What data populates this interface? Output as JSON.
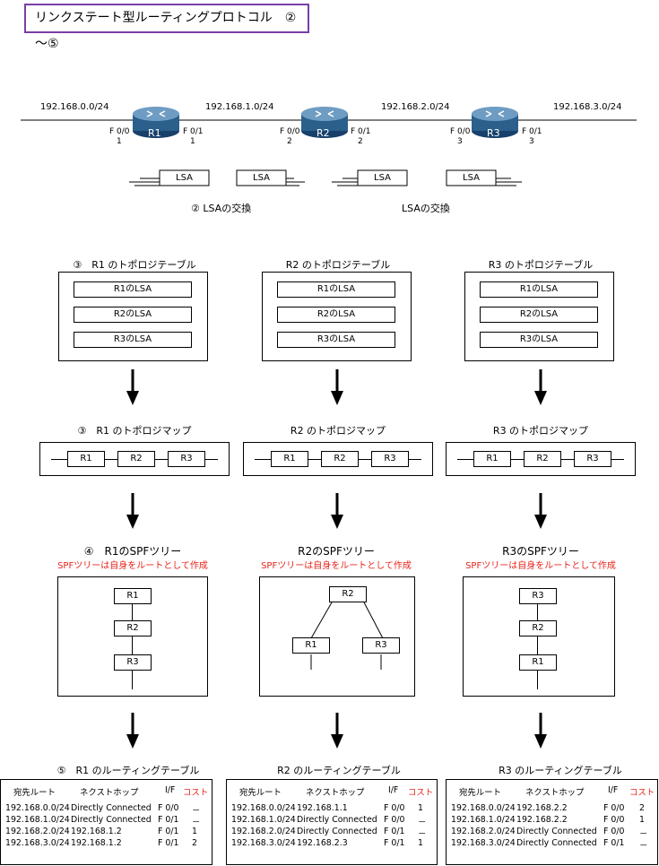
{
  "title": "リンクステート型ルーティングプロトコル　②～⑤",
  "networks": [
    "192.168.0.0/24",
    "192.168.1.0/24",
    "192.168.2.0/24",
    "192.168.3.0/24"
  ],
  "routers": [
    {
      "name": "R1",
      "left_if": "F 0/0",
      "left_ip": "1",
      "right_if": "F 0/1",
      "right_ip": "1"
    },
    {
      "name": "R2",
      "left_if": "F 0/0",
      "left_ip": "2",
      "right_if": "F 0/1",
      "right_ip": "2"
    },
    {
      "name": "R3",
      "left_if": "F 0/0",
      "left_ip": "3",
      "right_if": "F 0/1",
      "right_ip": "3"
    }
  ],
  "lsa_label": "LSA",
  "lsa_exchange_1": "②  LSAの交換",
  "lsa_exchange_2": "LSAの交換",
  "topology_tables": {
    "titles": [
      "③　R1 のトポロジテーブル",
      "R2 のトポロジテーブル",
      "R3 のトポロジテーブル"
    ],
    "entries": [
      "R1のLSA",
      "R2のLSA",
      "R3のLSA"
    ]
  },
  "topology_maps": {
    "titles": [
      "③　R1 のトポロジマップ",
      "R2 のトポロジマップ",
      "R3 のトポロジマップ"
    ],
    "nodes": [
      "R1",
      "R2",
      "R3"
    ]
  },
  "spf_trees": {
    "titles": [
      "④　R1のSPFツリー",
      "R2のSPFツリー",
      "R3のSPFツリー"
    ],
    "note": "SPFツリーは自身をルートとして作成",
    "tree1": [
      "R1",
      "R2",
      "R3"
    ],
    "tree2": {
      "root": "R2",
      "left": "R1",
      "right": "R3"
    },
    "tree3": [
      "R3",
      "R2",
      "R1"
    ]
  },
  "routing_tables": {
    "titles": [
      "⑤　R1 のルーティングテーブル",
      "R2 のルーティングテーブル",
      "R3 のルーティングテーブル"
    ],
    "headers": {
      "dest": "宛先ルート",
      "nexthop": "ネクストホップ",
      "if": "I/F",
      "cost": "コスト"
    },
    "colors": {
      "cost_header": "#e8241c",
      "title_border": "#7a3fa6"
    },
    "r1": [
      [
        "192.168.0.0/24",
        "Directly Connected",
        "F 0/0",
        "－"
      ],
      [
        "192.168.1.0/24",
        "Directly Connected",
        "F 0/1",
        "－"
      ],
      [
        "192.168.2.0/24",
        "192.168.1.2",
        "F 0/1",
        "1"
      ],
      [
        "192.168.3.0/24",
        "192.168.1.2",
        "F 0/1",
        "2"
      ]
    ],
    "r2": [
      [
        "192.168.0.0/24",
        "192.168.1.1",
        "F 0/0",
        "1"
      ],
      [
        "192.168.1.0/24",
        "Directly Connected",
        "F 0/0",
        "－"
      ],
      [
        "192.168.2.0/24",
        "Directly Connected",
        "F 0/1",
        "－"
      ],
      [
        "192.168.3.0/24",
        "192.168.2.3",
        "F 0/1",
        "1"
      ]
    ],
    "r3": [
      [
        "192.168.0.0/24",
        "192.168.2.2",
        "F 0/0",
        "2"
      ],
      [
        "192.168.1.0/24",
        "192.168.2.2",
        "F 0/0",
        "1"
      ],
      [
        "192.168.2.0/24",
        "Directly Connected",
        "F 0/0",
        "－"
      ],
      [
        "192.168.3.0/24",
        "Directly Connected",
        "F 0/1",
        "－"
      ]
    ]
  }
}
